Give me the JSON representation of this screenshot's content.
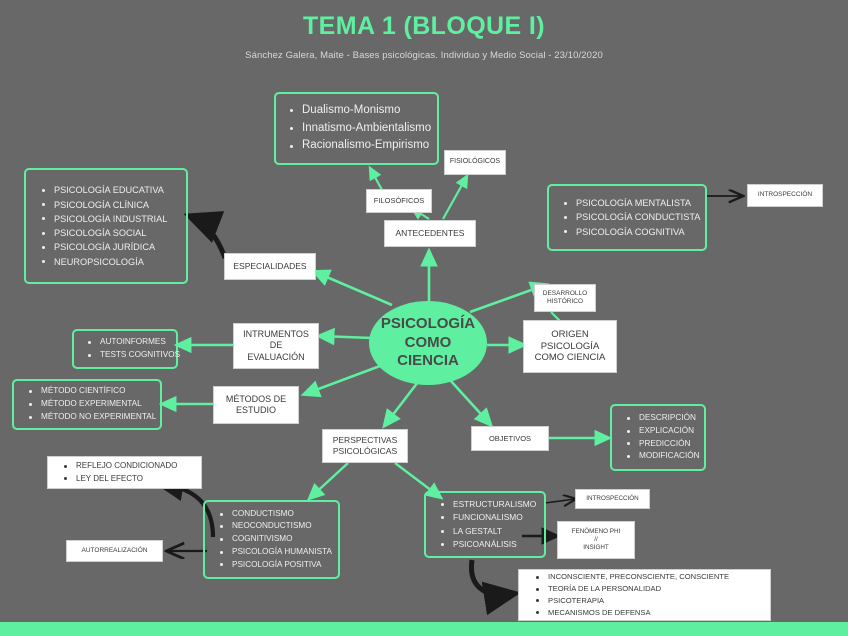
{
  "header": {
    "title": "TEMA 1 (BLOQUE I)",
    "subtitle": "Sánchez Galera, Maite  -   Bases psicológicas. Individuo y Medio Social  -   23/10/2020"
  },
  "colors": {
    "background": "#686868",
    "accent_green": "#5ef0a0",
    "white_box": "#ffffff",
    "white_box_text": "#3a3a3a",
    "green_box_text": "#efefef",
    "black_arrow": "#1a1a1a"
  },
  "center_node": {
    "label": "PSICOLOGÍA\nCOMO\nCIENCIA"
  },
  "nodes": {
    "dualismo_box": {
      "items": [
        "Dualismo-Monismo",
        "Innatismo-Ambientalismo",
        "Racionalismo-Empirismo"
      ]
    },
    "fisiologicos": {
      "label": "FISIOLÓGICOS"
    },
    "filosoficos": {
      "label": "FILOSÓFICOS"
    },
    "antecedentes": {
      "label": "ANTECEDENTES"
    },
    "especialidades_box": {
      "items": [
        "PSICOLOGÍA EDUCATIVA",
        "PSICOLOGÍA CLÍNICA",
        "PSICOLOGÍA INDUSTRIAL",
        "PSICOLOGÍA SOCIAL",
        "PSICOLOGÍA JURÍDICA",
        "NEUROPSICOLOGÍA"
      ]
    },
    "especialidades": {
      "label": "ESPECIALIDADES"
    },
    "enfoques_box": {
      "items": [
        "PSICOLOGÍA MENTALISTA",
        "PSICOLOGÍA CONDUCTISTA",
        "PSICOLOGÍA COGNITIVA"
      ]
    },
    "introspeccion_top": {
      "label": "INTROSPECCIÓN"
    },
    "desarrollo_historico": {
      "label": "DESARROLLO\nHISTÓRICO"
    },
    "origen": {
      "label": "ORIGEN\nPSICOLOGÍA\nCOMO CIENCIA"
    },
    "instrumentos": {
      "label": "INTRUMENTOS\nDE\nEVALUACIÓN"
    },
    "autoinformes_box": {
      "items": [
        "AUTOINFORMES",
        "TESTS COGNITIVOS"
      ]
    },
    "metodos_estudio": {
      "label": "MÉTODOS DE\nESTUDIO"
    },
    "metodos_box": {
      "items": [
        "MÉTODO CIENTÍFICO",
        "MÉTODO EXPERIMENTAL",
        "MÉTODO NO EXPERIMENTAL"
      ]
    },
    "objetivos": {
      "label": "OBJETIVOS"
    },
    "objetivos_box": {
      "items": [
        "DESCRIPCIÓN",
        "EXPLICACIÓN",
        "PREDICCIÓN",
        "MODIFICACIÓN"
      ]
    },
    "perspectivas": {
      "label": "PERSPECTIVAS\nPSICOLÓGICAS"
    },
    "conductismo_box": {
      "items": [
        "CONDUCTISMO",
        "NEOCONDUCTISMO",
        "COGNITIVISMO",
        "PSICOLOGÍA HUMANISTA",
        "PSICOLOGÍA POSITIVA"
      ]
    },
    "reflejo_box": {
      "items": [
        "REFLEJO CONDICIONADO",
        "LEY DEL EFECTO"
      ]
    },
    "autorrealizacion": {
      "label": "AUTORREALIZACIÓN"
    },
    "estructuralismo_box": {
      "items": [
        "ESTRUCTURALISMO",
        "FUNCIONALISMO",
        "LA GESTALT",
        "PSICOANÁLISIS"
      ]
    },
    "introspeccion_bottom": {
      "label": "INTROSPECCIÓN"
    },
    "fenomeno_phi": {
      "label": "FENÓMENO PHI\n//\nINSIGHT"
    },
    "psicoanalisis_box": {
      "items": [
        "INCONSCIENTE, PRECONSCIENTE, CONSCIENTE",
        "TEORÍA DE LA PERSONALIDAD",
        "PSICOTERAPIA",
        "MECANISMOS DE DEFENSA"
      ]
    }
  }
}
